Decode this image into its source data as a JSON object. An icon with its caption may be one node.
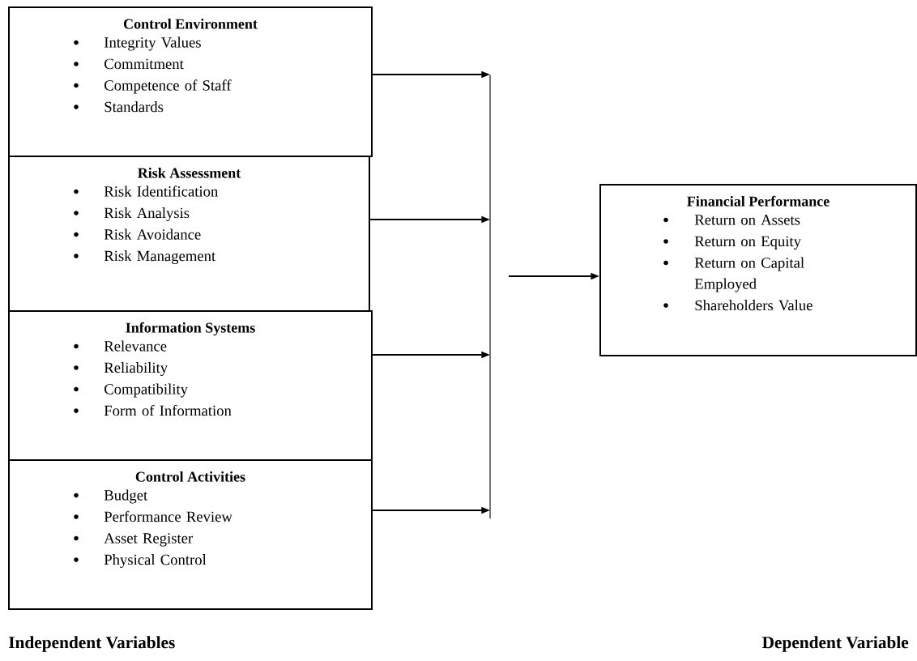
{
  "diagram": {
    "nodes": [
      {
        "text": [
          "Control Environment",
          "Integrity Values",
          "Commitment",
          "Competence of Staff",
          "Standards"
        ]
      },
      {
        "text": [
          "Risk Assessment",
          "Risk Identification",
          "Risk Analysis",
          "Risk Avoidance",
          "Risk Management"
        ]
      },
      {
        "text": [
          "Information Systems",
          "Relevance",
          "Reliability",
          "Compatibility",
          "Form of Information"
        ]
      },
      {
        "text": [
          "Control Activities",
          "Budget",
          "Performance Review",
          "Asset Register",
          "Physical Control"
        ]
      },
      {
        "text": [
          "Financial Performance",
          "Return on Assets",
          "Return on Equity",
          "Return on Capital Employed",
          "Shareholders Value"
        ]
      },
      {
        "text": [],
        "shape": "bar"
      }
    ],
    "edges": [
      {
        "from": 0,
        "to": 5,
        "arrow": "to"
      },
      {
        "from": 1,
        "to": 5,
        "arrow": "to"
      },
      {
        "from": 2,
        "to": 5,
        "arrow": "to"
      },
      {
        "from": 3,
        "to": 5,
        "arrow": "to"
      },
      {
        "from": 5,
        "to": 4,
        "arrow": "to"
      }
    ],
    "labels": [
      "Independent Variables",
      "Dependent Variable"
    ]
  }
}
